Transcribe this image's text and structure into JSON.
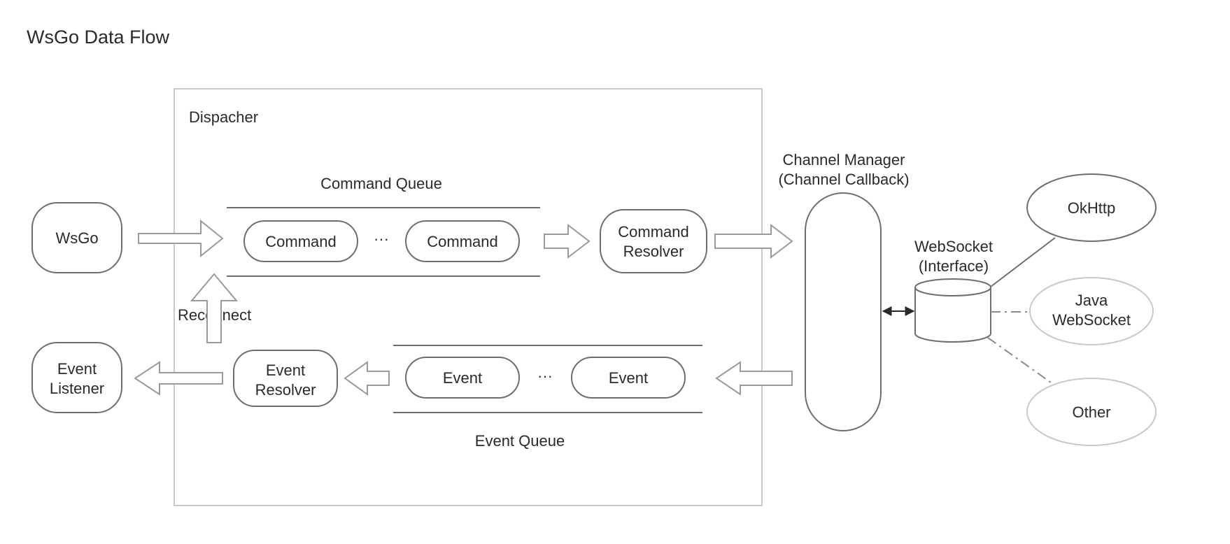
{
  "title": "WsGo Data Flow",
  "dispatcher": {
    "label": "Dispacher",
    "command_queue": {
      "label": "Command Queue",
      "items": [
        "Command",
        "Command"
      ],
      "ellipsis": "···"
    },
    "event_queue": {
      "label": "Event Queue",
      "items": [
        "Event",
        "Event"
      ],
      "ellipsis": "···"
    },
    "command_resolver": [
      "Command",
      "Resolver"
    ],
    "event_resolver": [
      "Event",
      "Resolver"
    ],
    "reconnect": "Reconnect"
  },
  "wsgo": "WsGo",
  "event_listener": [
    "Event",
    "Listener"
  ],
  "channel_manager": [
    "Channel Manager",
    "(Channel Callback)"
  ],
  "websocket": [
    "WebSocket",
    "(Interface)"
  ],
  "implementations": {
    "okhttp": "OkHttp",
    "java": [
      "Java",
      "WebSocket"
    ],
    "other": "Other"
  },
  "colors": {
    "stroke": "#6e6e6e",
    "light_stroke": "#c8c8c8",
    "arrow_stroke": "#9a9a9a",
    "text": "#2a2a2a"
  }
}
